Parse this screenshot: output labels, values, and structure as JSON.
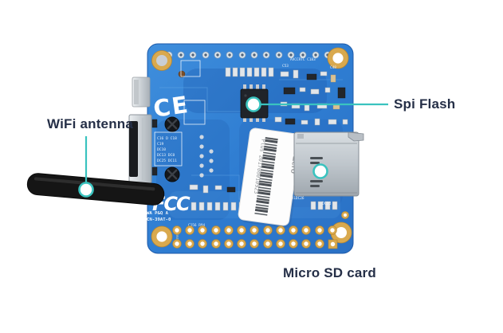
{
  "annotations": {
    "accent_color": "#3ac3bf",
    "label_color": "#252f47",
    "wifi_antenna_label": "WiFi antenna",
    "spi_flash_label": "Spi Flash",
    "micro_sd_label": "Micro SD card"
  },
  "board": {
    "pcb_color": "#2e7cd1",
    "pad_gold_color": "#d9a94e",
    "marks": {
      "ce": "CE",
      "fcc": "FCC"
    },
    "silkscreen": {
      "top_right_1": "AVCCRTC C183",
      "top_right_2": "C53",
      "top_right_3": "C48",
      "component_box": [
        "C16 D C18",
        "C19",
        "DC10",
        "DC13 DC8",
        "DC25 DC11"
      ],
      "bottom_cluster": "C156 R94",
      "db1dc26": "DB1DC26",
      "dc23": "DC23",
      "wa_pq": "WA P&Q A",
      "cn_code": "CN-39AT-0",
      "ul_code": "E316564"
    },
    "sticker": {
      "model": "Pi Zero",
      "serial": "Plus 201708010923"
    }
  }
}
